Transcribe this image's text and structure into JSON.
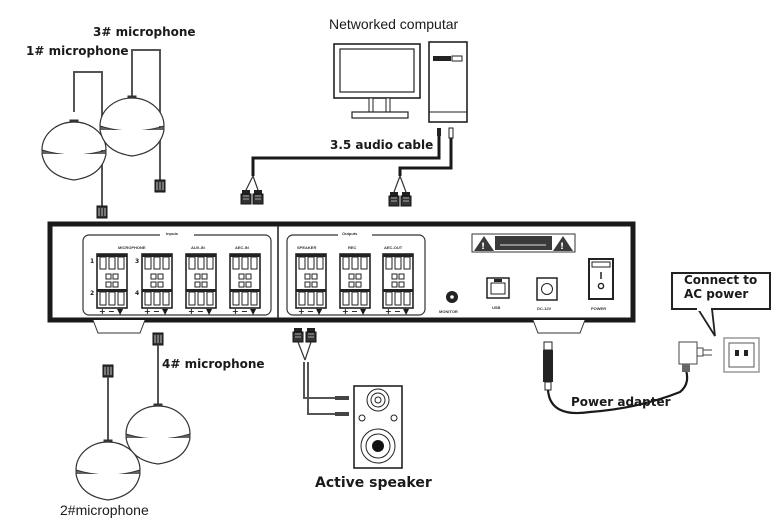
{
  "title": "Conference microphone system wiring diagram",
  "labels": {
    "computer": "Networked  computar",
    "mic1": "1# microphone",
    "mic2": "2#microphone",
    "mic3": "3# microphone",
    "mic4": "4# microphone",
    "audio_cable": "3.5 audio cable",
    "active_speaker": "Active  speaker",
    "power_adapter": "Power adapter",
    "ac_power_line1": "Connect to",
    "ac_power_line2": "AC power"
  },
  "device": {
    "inputs_group": "Inputs",
    "outputs_group": "Outputs",
    "ports": {
      "microphone": "MICROPHONE",
      "aux_in": "AUX-IN",
      "aec_in": "AEC-IN",
      "speaker": "SPEAKER",
      "rec": "REC",
      "aec_out": "AEC-OUT",
      "monitor": "MONITOR",
      "usb": "USB",
      "dc": "DC-12V",
      "power": "POWER"
    },
    "terminal_signs": [
      "+",
      "−",
      "▼"
    ],
    "channel_marks": [
      "1",
      "2",
      "3",
      "4"
    ]
  },
  "colors": {
    "line": "#1a1a1a",
    "panel_fill": "#ffffff",
    "accent_dark": "#3a3a3a"
  }
}
